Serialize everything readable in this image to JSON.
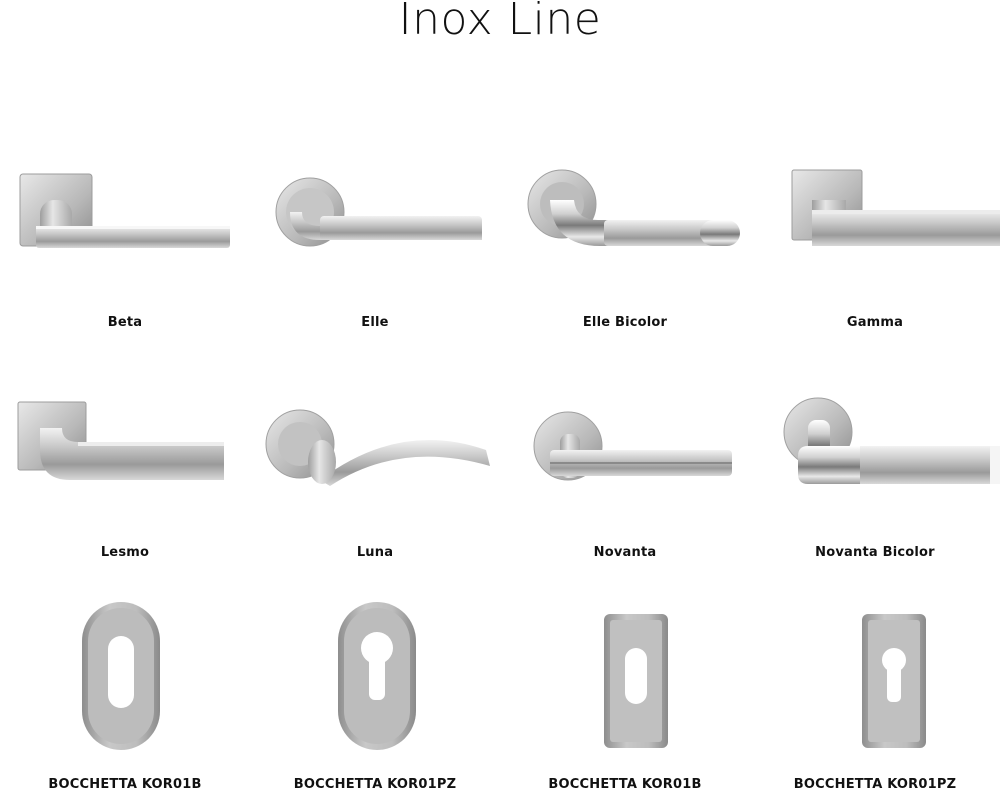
{
  "page": {
    "title": "Inox Line"
  },
  "products": [
    {
      "name": "Beta"
    },
    {
      "name": "Elle"
    },
    {
      "name": "Elle Bicolor"
    },
    {
      "name": "Gamma"
    },
    {
      "name": "Lesmo"
    },
    {
      "name": "Luna"
    },
    {
      "name": "Novanta"
    },
    {
      "name": "Novanta Bicolor"
    },
    {
      "name": "BOCCHETTA KOR01B"
    },
    {
      "name": "BOCCHETTA KOR01PZ"
    },
    {
      "name": "BOCCHETTA KOR01B"
    },
    {
      "name": "BOCCHETTA KOR01PZ"
    }
  ]
}
